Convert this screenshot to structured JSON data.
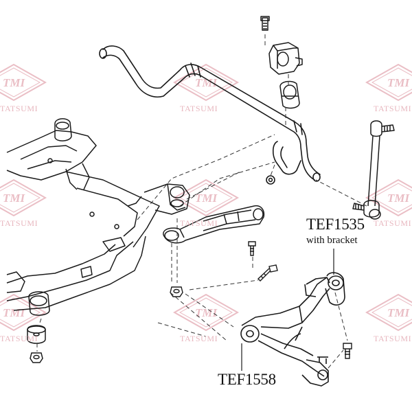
{
  "watermark": {
    "logo_text": "TMI",
    "brand_text": "TATSUMI",
    "color": "#e8b7bf"
  },
  "callouts": [
    {
      "code": "TEF1535",
      "note": "with bracket"
    },
    {
      "code": "TEF1558",
      "note": ""
    }
  ],
  "colors": {
    "line": "#1a1a1a",
    "dash": "#333333",
    "watermark": "#e8b7bf"
  }
}
